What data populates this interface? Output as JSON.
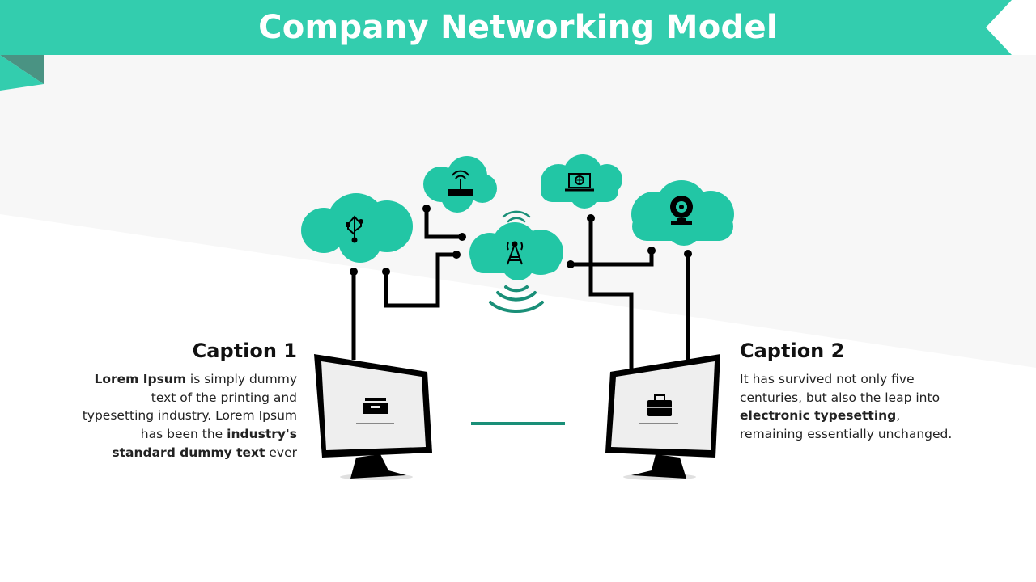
{
  "title": "Company Networking Model",
  "colors": {
    "accent": "#33cdae",
    "accent_dark": "#1a8f78",
    "line": "#000000"
  },
  "clouds": [
    {
      "name": "usb-cloud",
      "icon": "usb-icon"
    },
    {
      "name": "router-cloud",
      "icon": "router-icon"
    },
    {
      "name": "tower-cloud",
      "icon": "signal-tower-icon"
    },
    {
      "name": "laptop-cloud",
      "icon": "laptop-globe-icon"
    },
    {
      "name": "webcam-cloud",
      "icon": "webcam-icon"
    }
  ],
  "monitors": [
    {
      "name": "left-monitor",
      "icon": "cabinet-icon"
    },
    {
      "name": "right-monitor",
      "icon": "briefcase-icon"
    }
  ],
  "caption1": {
    "title": "Caption 1",
    "b1": "Lorem Ipsum",
    "t1": " is simply dummy text of the printing and typesetting industry. Lorem Ipsum has been the ",
    "b2": "industry's standard dummy text",
    "t2": " ever"
  },
  "caption2": {
    "title": "Caption 2",
    "t1": "It has survived not only five centuries, but also the leap into ",
    "b1": "electronic typesetting",
    "t2": ", remaining essentially unchanged."
  }
}
